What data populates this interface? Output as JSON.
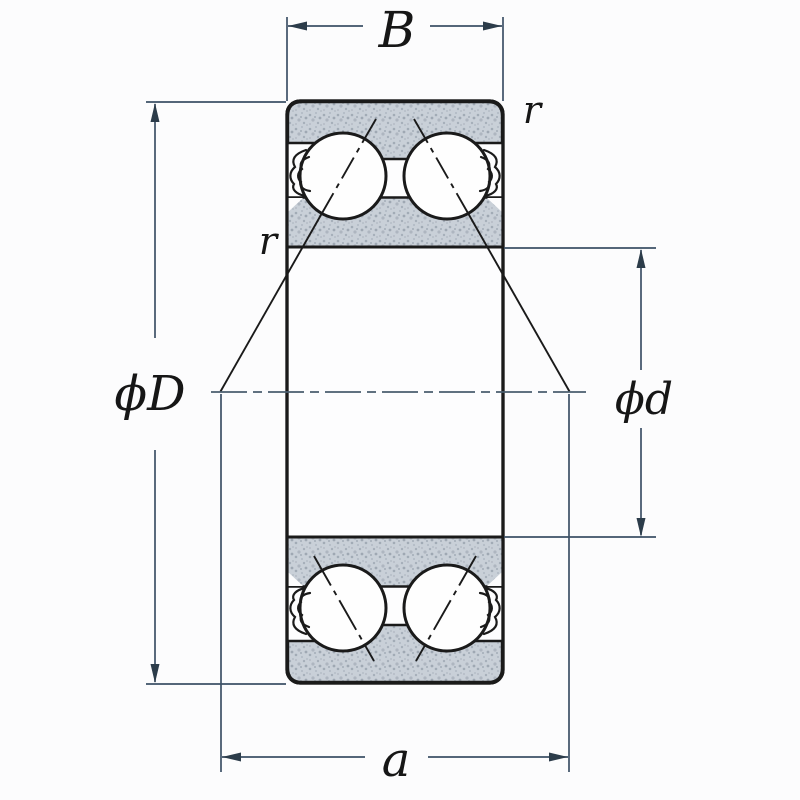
{
  "diagram": {
    "labels": {
      "width": "B",
      "outer_diameter": "ϕD",
      "bore_diameter": "ϕd",
      "contact_center_distance": "a",
      "chamfer_outer_top": "r",
      "chamfer_inner_left": "r"
    },
    "colors": {
      "outline": "#1a1a1a",
      "dimension_line": "#3d5166",
      "arrowhead": "#2c3c4a",
      "ring_fill_base": "#c9d0d8",
      "ring_speckle": "#a2abb6",
      "ball_fill": "#fefefe",
      "background": "#fcfcfd",
      "label_text": "#161616"
    }
  }
}
